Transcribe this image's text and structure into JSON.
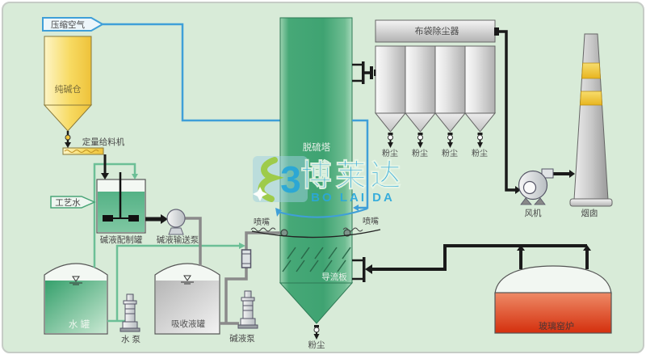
{
  "colors": {
    "background": "#d8ebd8",
    "pipe_gas": "#1a1a1a",
    "pipe_air": "#3f9fd8",
    "pipe_water": "#6cbf96",
    "pipe_slurry": "#8a8a8a",
    "tower_green": "#3fa372",
    "silo_yellow": "#f2c93e",
    "furnace_red": "#d6300e",
    "chimney_band_yellow": "#f0c430",
    "watermark_green": "#9ac93e",
    "watermark_blue": "#2aa8dc"
  },
  "tags": {
    "compressed_air": "压缩空气",
    "process_water": "工艺水"
  },
  "labels": {
    "soda_silo": "纯碱仓",
    "feeder": "定量给料机",
    "prep_tank": "碱液配制罐",
    "transfer_pump": "碱液输送泵",
    "water_tank": "水 罐",
    "water_pump": "水 泵",
    "absorption_tank": "吸收液罐",
    "alkali_pump": "碱液泵",
    "tower": "脱硫塔",
    "nozzle_left": "喷嘴",
    "nozzle_right": "喷嘴",
    "deflector": "导流板",
    "tower_dust": "粉尘",
    "baghouse": "布袋除尘器",
    "baghouse_dust": [
      "粉尘",
      "粉尘",
      "粉尘",
      "粉尘"
    ],
    "fan": "风机",
    "chimney": "烟囱",
    "furnace": "玻璃窑炉"
  },
  "watermark": {
    "cn": "博莱达",
    "en": "BO LAI DA"
  }
}
